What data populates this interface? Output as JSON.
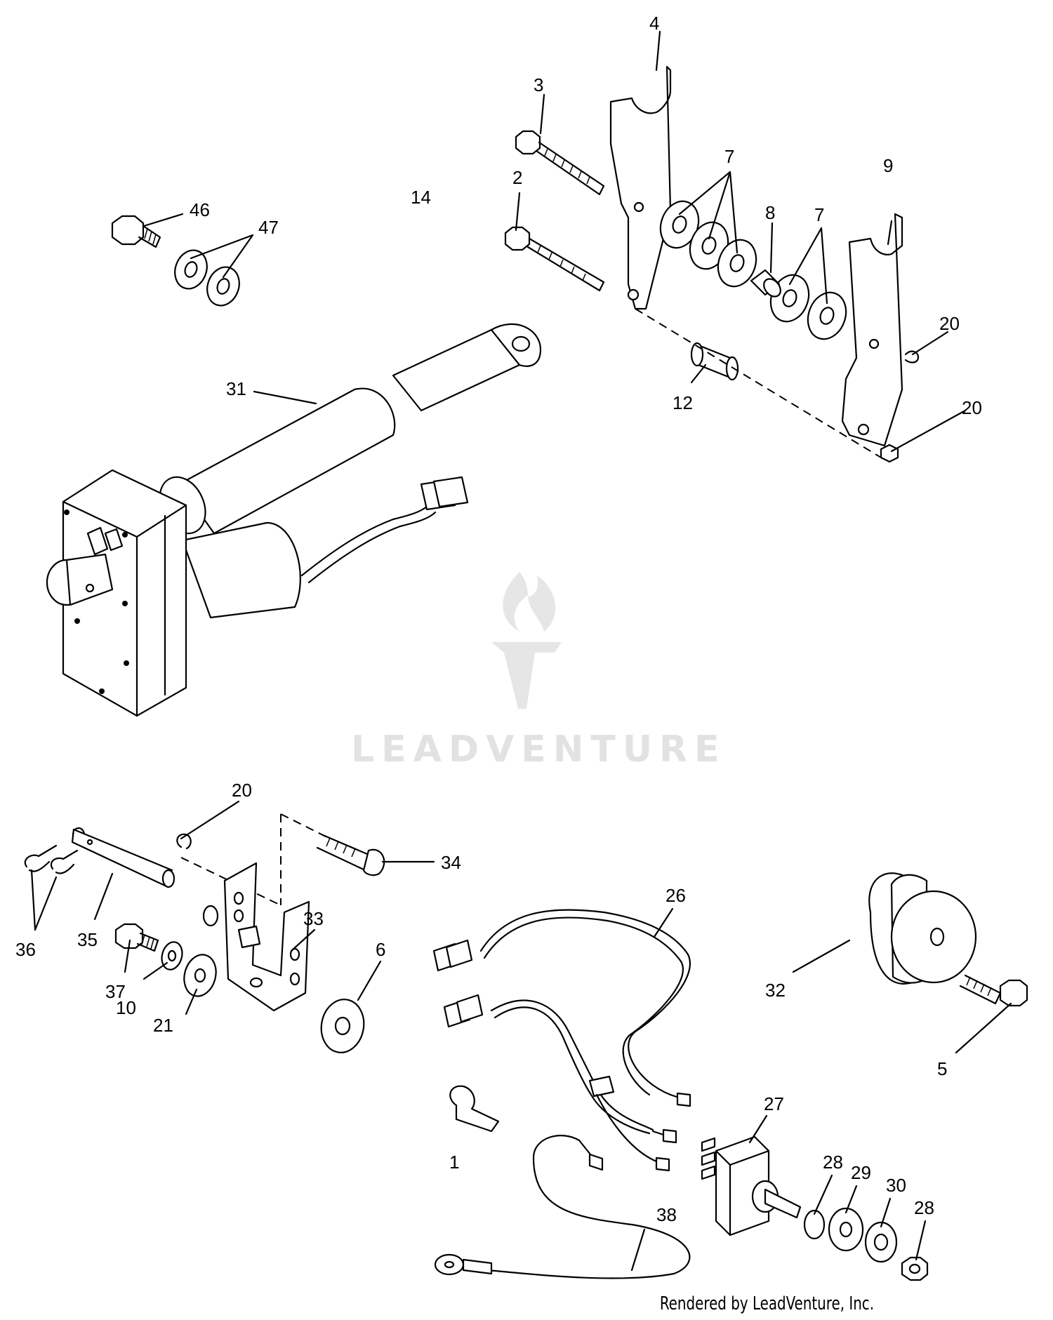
{
  "watermark": {
    "text": "LEADVENTURE"
  },
  "footer": {
    "credit": "Rendered by LeadVenture, Inc."
  },
  "callouts": {
    "c1": "1",
    "c2": "2",
    "c3": "3",
    "c4": "4",
    "c5": "5",
    "c6": "6",
    "c7a": "7",
    "c7b": "7",
    "c8": "8",
    "c9": "9",
    "c10": "10",
    "c12": "12",
    "c14": "14",
    "c20a": "20",
    "c20b": "20",
    "c20c": "20",
    "c21": "21",
    "c26": "26",
    "c27": "27",
    "c28a": "28",
    "c28b": "28",
    "c29": "29",
    "c30": "30",
    "c31": "31",
    "c32": "32",
    "c33": "33",
    "c34": "34",
    "c35": "35",
    "c36": "36",
    "c37": "37",
    "c38": "38",
    "c46": "46",
    "c47": "47"
  }
}
